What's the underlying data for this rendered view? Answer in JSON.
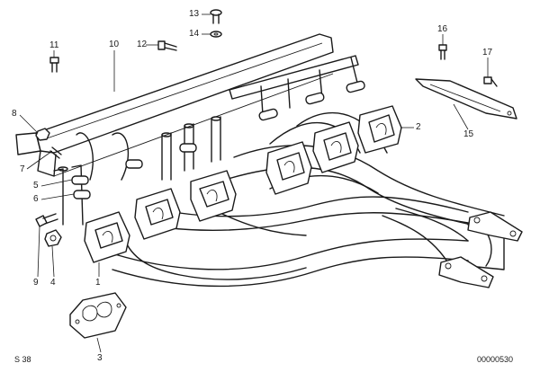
{
  "diagram": {
    "callouts": [
      {
        "id": "1",
        "label": "1"
      },
      {
        "id": "2",
        "label": "2"
      },
      {
        "id": "3",
        "label": "3"
      },
      {
        "id": "4",
        "label": "4"
      },
      {
        "id": "5",
        "label": "5"
      },
      {
        "id": "6",
        "label": "6"
      },
      {
        "id": "7",
        "label": "7"
      },
      {
        "id": "8",
        "label": "8"
      },
      {
        "id": "9",
        "label": "9"
      },
      {
        "id": "10",
        "label": "10"
      },
      {
        "id": "11",
        "label": "11"
      },
      {
        "id": "12",
        "label": "12"
      },
      {
        "id": "13",
        "label": "13"
      },
      {
        "id": "14",
        "label": "14"
      },
      {
        "id": "15",
        "label": "15"
      },
      {
        "id": "16",
        "label": "16"
      },
      {
        "id": "17",
        "label": "17"
      }
    ],
    "footer_left": "S 38",
    "footer_right": "00000530"
  }
}
